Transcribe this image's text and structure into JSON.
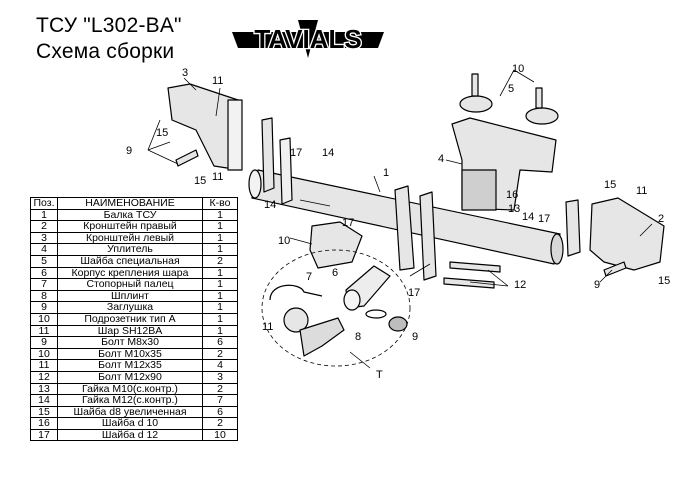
{
  "header": {
    "title_line1": "ТСУ  \"L302-BA\"",
    "title_line2": "Схема сборки",
    "logo_text": "TAVIALS"
  },
  "parts_table": {
    "headers": {
      "pos": "Поз.",
      "name": "НАИМЕНОВАНИЕ",
      "qty": "К-во"
    },
    "rows": [
      {
        "pos": "1",
        "name": "Балка ТСУ",
        "qty": "1"
      },
      {
        "pos": "2",
        "name": "Кронштейн правый",
        "qty": "1"
      },
      {
        "pos": "3",
        "name": "Кронштейн левый",
        "qty": "1"
      },
      {
        "pos": "4",
        "name": "Уплитель",
        "qty": "1"
      },
      {
        "pos": "5",
        "name": "Шайба специальная",
        "qty": "2"
      },
      {
        "pos": "6",
        "name": "Корпус крепления шара",
        "qty": "1"
      },
      {
        "pos": "7",
        "name": "Стопорный палец",
        "qty": "1"
      },
      {
        "pos": "8",
        "name": "Шплинт",
        "qty": "1"
      },
      {
        "pos": "9",
        "name": "Заглушка",
        "qty": "1"
      },
      {
        "pos": "10",
        "name": "Подрозетник тип А",
        "qty": "1"
      },
      {
        "pos": "11",
        "name": "Шар SH12BA",
        "qty": "1"
      },
      {
        "pos": "9",
        "name": "Болт М8х30",
        "qty": "6"
      },
      {
        "pos": "10",
        "name": "Болт М10х35",
        "qty": "2"
      },
      {
        "pos": "11",
        "name": "Болт М12х35",
        "qty": "4"
      },
      {
        "pos": "12",
        "name": "Болт М12х90",
        "qty": "3"
      },
      {
        "pos": "13",
        "name": "Гайка М10(с.контр.)",
        "qty": "2"
      },
      {
        "pos": "14",
        "name": "Гайка М12(с.контр.)",
        "qty": "7"
      },
      {
        "pos": "15",
        "name": "Шайба d8 увеличенная",
        "qty": "6"
      },
      {
        "pos": "16",
        "name": "Шайба d 10",
        "qty": "2"
      },
      {
        "pos": "17",
        "name": "Шайба d 12",
        "qty": "10"
      }
    ]
  },
  "callouts": {
    "n1": "1",
    "n2": "2",
    "n3": "3",
    "n4": "4",
    "n5": "5",
    "n6": "6",
    "n7": "7",
    "n8": "8",
    "n9": "9",
    "n10": "10",
    "n11": "11",
    "n12": "12",
    "n13": "13",
    "n14": "14",
    "n15": "15",
    "n16": "16",
    "n17": "17",
    "nT": "T"
  }
}
